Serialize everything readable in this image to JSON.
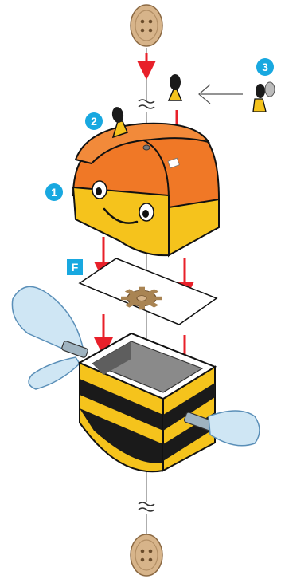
{
  "diagram": {
    "step_badges": [
      {
        "label": "1"
      },
      {
        "label": "2"
      },
      {
        "label": "3"
      }
    ],
    "part_label": "F",
    "colors": {
      "badge": "#18a8e0",
      "arrow": "#e8202a",
      "bee_orange": "#f07826",
      "bee_yellow": "#f5c31c",
      "stripe_dark": "#1a1a1a",
      "wing": "#cfe6f4",
      "wing_edge": "#5a8fb8",
      "button_wood": "#d7b48a",
      "gear": "#a98453",
      "outline": "#111111"
    },
    "icons": {
      "button_top": "wooden-button-icon",
      "button_bottom": "wooden-button-icon",
      "antenna": "antenna-icon",
      "hint_arrow": "assembly-direction-arrow-icon"
    }
  }
}
